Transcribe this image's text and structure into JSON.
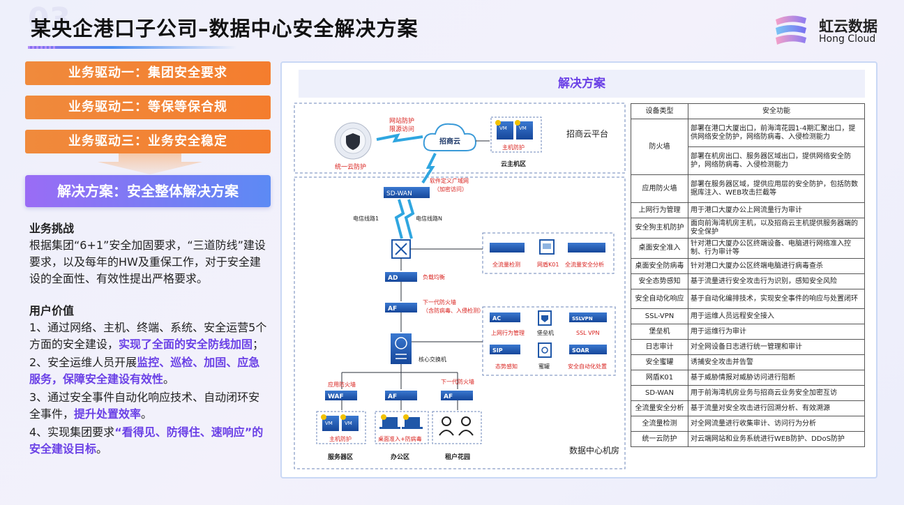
{
  "header": {
    "bg_number": "03",
    "title": "某央企港口子公司–数据中心安全解决方案",
    "logo_cn": "虹云数据",
    "logo_en": "Hong Cloud"
  },
  "drivers": [
    "业务驱动一：集团安全要求",
    "业务驱动二：等保等保合规",
    "业务驱动三：业务安全稳定"
  ],
  "solution_tag": "解决方案：安全整体解决方案",
  "challenge": {
    "heading": "业务挑战",
    "text": "根据集团“6+1”安全加固要求，“三道防线”建设要求，以及每年的HW及重保工作，对于安全建设的全面性、有效性提出严格要求。"
  },
  "value": {
    "heading": "用户价值",
    "p1_a": "1、通过网络、主机、终端、系统、安全运营5个方面的安全建设，",
    "p1_b": "实现了全面的安全防线加固",
    "p1_c": "；",
    "p2_a": "2、安全运维人员开展",
    "p2_b": "监控、巡检、加固、应急服务，保障安全建设有效性",
    "p2_c": "。",
    "p3_a": "3、通过安全事件自动化响应技术、自动闭环安全事件，",
    "p3_b": "提升处置效率",
    "p3_c": "。",
    "p4_a": "4、实现集团要求",
    "p4_b": "“看得见、防得住、速响应”的安全建设目标",
    "p4_c": "。"
  },
  "panel": {
    "title": "解决方案"
  },
  "diagram": {
    "cloud_platform": "招商云平台",
    "web_protect": "网站防护",
    "rate_limit": "限源访问",
    "cloud_name": "招商云",
    "unified_cloud_protect": "统一云防护",
    "host_protect": "主机防护",
    "cloud_host_zone": "云主机区",
    "sdwan": "SD-WAN",
    "sdwan_note1": "软件定义广域网",
    "sdwan_note2": "（加密访问）",
    "line1": "电信线路1",
    "lineN": "电信线路N",
    "full_traffic": "全流量检测",
    "shield_k01": "网盾K01",
    "full_traffic_analysis": "全流量安全分析",
    "ad": "AD",
    "load_balance": "负载均衡",
    "af": "AF",
    "ngfw": "下一代防火墙",
    "ngfw_note": "（含防病毒、入侵检测）",
    "ac": "AC",
    "net_behavior": "上网行为管理",
    "bastion": "堡垒机",
    "sslvpn_box": "SSLVPN",
    "sslvpn": "SSL  VPN",
    "sip": "SIP",
    "situation": "态势感知",
    "honeypot": "蜜罐",
    "soar": "SOAR",
    "soar_label": "安全自动化处置",
    "core_switch": "核心交换机",
    "app_fw": "应用防火墙",
    "ngfw2": "下一代防火墙",
    "waf": "WAF",
    "af2": "AF",
    "af3": "AF",
    "host_protect2": "主机防护",
    "desktop_access": "桌面准入+防病毒",
    "server_zone": "服务器区",
    "office_zone": "办公区",
    "tenant_zone": "租户花园",
    "dc_room": "数据中心机房",
    "vm": "VM"
  },
  "table": {
    "headers": [
      "设备类型",
      "安全功能"
    ],
    "rows": [
      [
        "防火墙",
        "部署在港口大厦出口，前海湾花园1-4期汇聚出口，提供网络安全防护，网络防病毒、入侵检测能力"
      ],
      [
        "",
        "部署在机房出口、服务器区域出口，提供网络安全防护，网络防病毒、入侵检测能力"
      ],
      [
        "应用防火墙",
        "部署在服务器区域，提供应用层的安全防护，包括防数据库注入、WEB攻击拦截等"
      ],
      [
        "上网行为管理",
        "用于港口大厦办公上网流量行为审计"
      ],
      [
        "安全狗主机防护",
        "面向前海湾机房主机，以及招商云主机提供服务器端的安全保护"
      ],
      [
        "桌面安全准入",
        "针对港口大厦办公区终端设备、电脑进行网络准入控制、行为审计等"
      ],
      [
        "桌面安全防病毒",
        "针对港口大厦办公区终端电脑进行病毒查杀"
      ],
      [
        "安全态势感知",
        "基于流量进行安全攻击行为识别，感知安全风险"
      ],
      [
        "安全自动化响应",
        "基于自动化编排技术，实现安全事件的响应与处置闭环"
      ],
      [
        "SSL-VPN",
        "用于运维人员远程安全接入"
      ],
      [
        "堡垒机",
        "用于运维行为审计"
      ],
      [
        "日志审计",
        "对全网设备日志进行统一管理和审计"
      ],
      [
        "安全蜜罐",
        "诱捕安全攻击并告警"
      ],
      [
        "网盾K01",
        "基于威胁情报对威胁访问进行阻断"
      ],
      [
        "SD-WAN",
        "用于前海湾机房业务与招商云业务安全加密互访"
      ],
      [
        "全流量安全分析",
        "基于流量对安全攻击进行回溯分析、有效溯源"
      ],
      [
        "全流量检测",
        "对全网流量进行收集审计、访问行为分析"
      ],
      [
        "统一云防护",
        "对云端网站和业务系统进行WEB防护、DDoS防护"
      ]
    ]
  },
  "colors": {
    "orange": "#f47d2e",
    "purple": "#6a40e6",
    "blue": "#5c8af4",
    "red_label": "#d9231f",
    "device_blue": "#1f57a8"
  }
}
